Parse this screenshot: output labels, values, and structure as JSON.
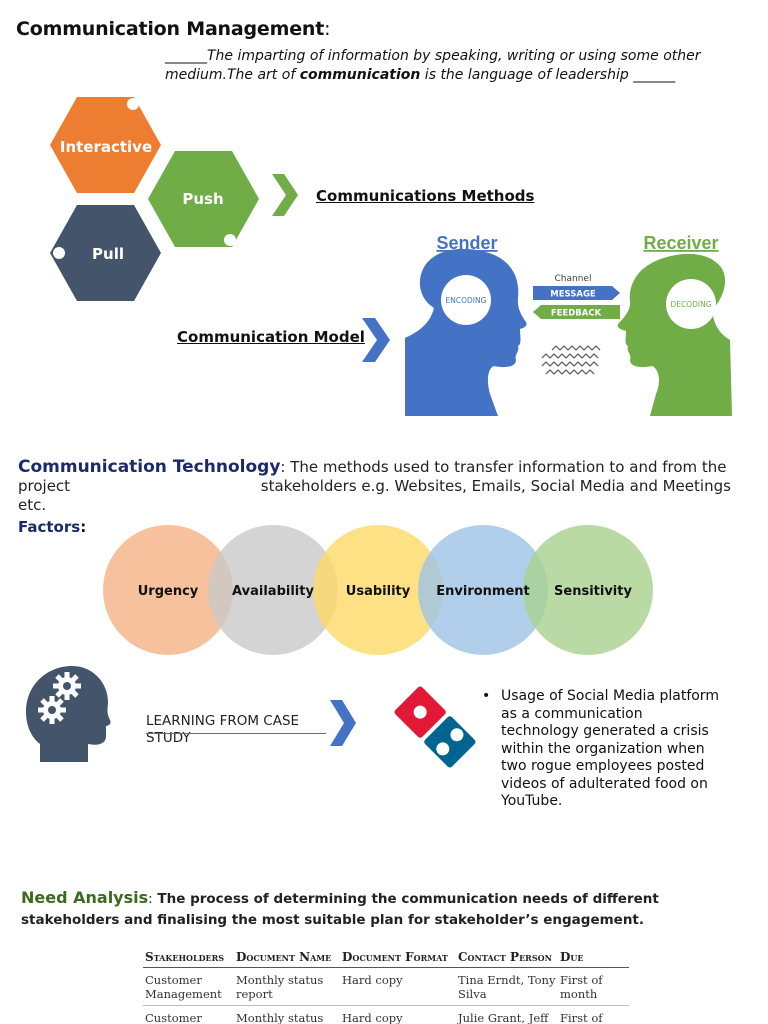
{
  "title": "Communication Management",
  "title_colon": ":",
  "quote": {
    "lead_blank": "______",
    "part1": "The imparting of information by speaking, writing or using some other medium.The art of ",
    "bold": "communication",
    "part2": " is the language of leadership ",
    "trail_blank": "______"
  },
  "methods": {
    "hexagons": [
      {
        "label": "Interactive",
        "color": "#ed7d31"
      },
      {
        "label": "Push",
        "color": "#70ad47"
      },
      {
        "label": "Pull",
        "color": "#44546a"
      }
    ],
    "label": "Communications Methods"
  },
  "model": {
    "label": "Communication Model",
    "sender": "Sender",
    "receiver": "Receiver",
    "encoding": "ENCODING",
    "decoding": "DECODING",
    "channel": "Channel",
    "message": "MESSAGE",
    "feedback": "FEEDBACK",
    "colors": {
      "sender": "#4472c4",
      "receiver": "#70ad47"
    }
  },
  "technology": {
    "heading": "Communication Technology",
    "colon": ":",
    "text": " The methods used to transfer information to and from the project                                        stakeholders e.g. Websites, Emails, Social Media and Meetings etc."
  },
  "factors": {
    "heading": "Factors",
    "colon": ":",
    "items": [
      {
        "label": "Urgency",
        "color": "#f4b183"
      },
      {
        "label": "Availability",
        "color": "#c9c9c9"
      },
      {
        "label": "Usability",
        "color": "#ffd966"
      },
      {
        "label": "Environment",
        "color": "#9dc3e6"
      },
      {
        "label": "Sensitivity",
        "color": "#a9d18e"
      }
    ]
  },
  "case_study": {
    "label": "LEARNING FROM CASE STUDY",
    "bullet": "•",
    "text": "Usage of Social Media platform as a communication technology generated a crisis within the organization when two rogue employees posted videos of adulterated food on YouTube."
  },
  "need_analysis": {
    "heading": "Need Analysis",
    "colon": ":",
    "text": " The process of determining the communication needs of different stakeholders and finalising the most suitable plan for stakeholder’s engagement."
  },
  "stakeholder_table": {
    "headers": [
      "Stakeholders",
      "Document Name",
      "Document Format",
      "Contact Person",
      "Due"
    ],
    "rows": [
      [
        "Customer Management",
        "Monthly status report",
        "Hard copy",
        "Tina Erndt, Tony Silva",
        "First of month"
      ],
      [
        "Customer Business Staff",
        "Monthly status report",
        "Hard copy",
        "Julie Grant, Jeff Martin",
        "First of month"
      ]
    ]
  }
}
